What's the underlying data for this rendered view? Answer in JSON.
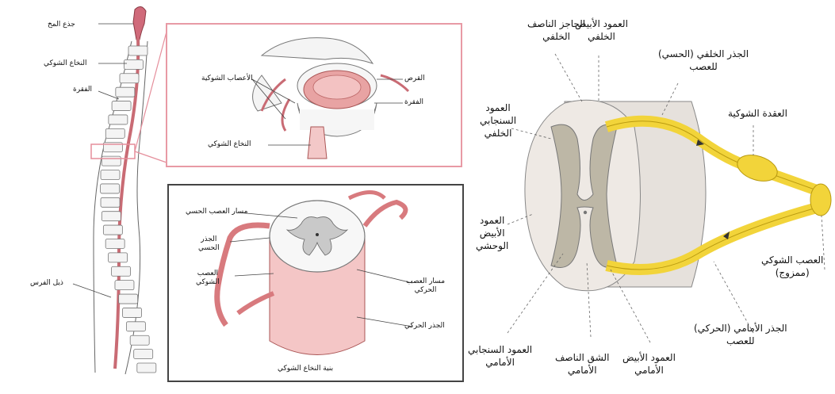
{
  "spine": {
    "brain_stem": "جذع المخ",
    "spinal_cord": "النخاع الشوكي",
    "vertebra": "الفقرة",
    "cauda": "ذيل الفرس"
  },
  "vertebra_detail": {
    "spinal_nerves": "الأعصاب الشوكية",
    "disc": "القرص",
    "vertebra": "الفقرة",
    "spinal_cord": "النخاع الشوكي"
  },
  "cord_structure": {
    "sensory_path": "مسار العصب الحسي",
    "sensory_root": [
      "الجذر",
      "الحسي"
    ],
    "spinal_nerve": [
      "العصب",
      "الشوكي"
    ],
    "motor_path": [
      "مسار العصب",
      "الحركي"
    ],
    "motor_root": "الجذر الحركي",
    "caption": "بنية النخاع الشوكي"
  },
  "cross_section": {
    "posterior_septum": [
      "الحاجز الناصف",
      "الخلفي"
    ],
    "posterior_white_column": [
      "العمود الأبيض",
      "الخلفي"
    ],
    "dorsal_root": [
      "الجذر الخلفي (الحسي)",
      "للعصب"
    ],
    "ganglion": "العقدة الشوكية",
    "posterior_gray_column": [
      "العمود",
      "السنجابي",
      "الخلفي"
    ],
    "lateral_white_column": [
      "العمود",
      "الأبيض",
      "الوحشي"
    ],
    "spinal_nerve_mixed": [
      "العصب الشوكي",
      "(ممزوج)"
    ],
    "anterior_root": [
      "الجذر الأمامي (الحركي)",
      "للعصب"
    ],
    "anterior_gray_column": [
      "العمود السنجابي",
      "الأمامي"
    ],
    "anterior_fissure": [
      "الشق الناصف",
      "الأمامي"
    ],
    "anterior_white_column": [
      "العمود الأبيض",
      "الأمامي"
    ]
  },
  "colors": {
    "pink": "#e8a3a3",
    "dark_pink": "#c96b74",
    "frame_pink": "#e89aa5",
    "yellow": "#f2d43a",
    "gray_matter": "#bdb7a6",
    "white_matter": "#e6e1dc"
  }
}
